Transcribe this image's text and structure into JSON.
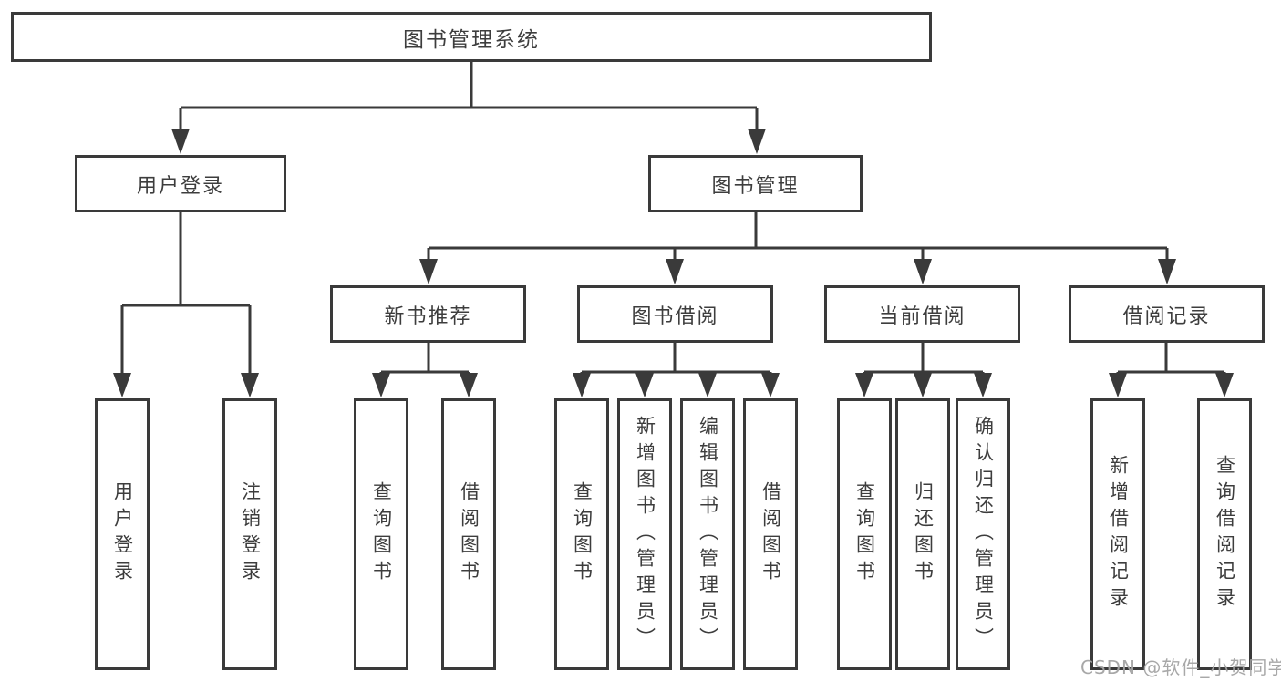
{
  "diagram": {
    "title": "图书管理系统",
    "branches": [
      {
        "label": "用户登录",
        "children": [
          "用户登录",
          "注销登录"
        ]
      },
      {
        "label": "图书管理",
        "children": [
          {
            "label": "新书推荐",
            "children": [
              "查询图书",
              "借阅图书"
            ]
          },
          {
            "label": "图书借阅",
            "children": [
              "查询图书",
              "新增图书（管理员）",
              "编辑图书（管理员）",
              "借阅图书"
            ]
          },
          {
            "label": "当前借阅",
            "children": [
              "查询图书",
              "归还图书",
              "确认归还（管理员）"
            ]
          },
          {
            "label": "借阅记录",
            "children": [
              "新增借阅记录",
              "查询借阅记录"
            ]
          }
        ]
      }
    ]
  },
  "watermark": "CSDN @软件_小贺同学",
  "colors": {
    "line": "#3a3a3a",
    "text": "#3d3d3d",
    "background": "#ffffff",
    "watermark": "#a3a3a3"
  }
}
